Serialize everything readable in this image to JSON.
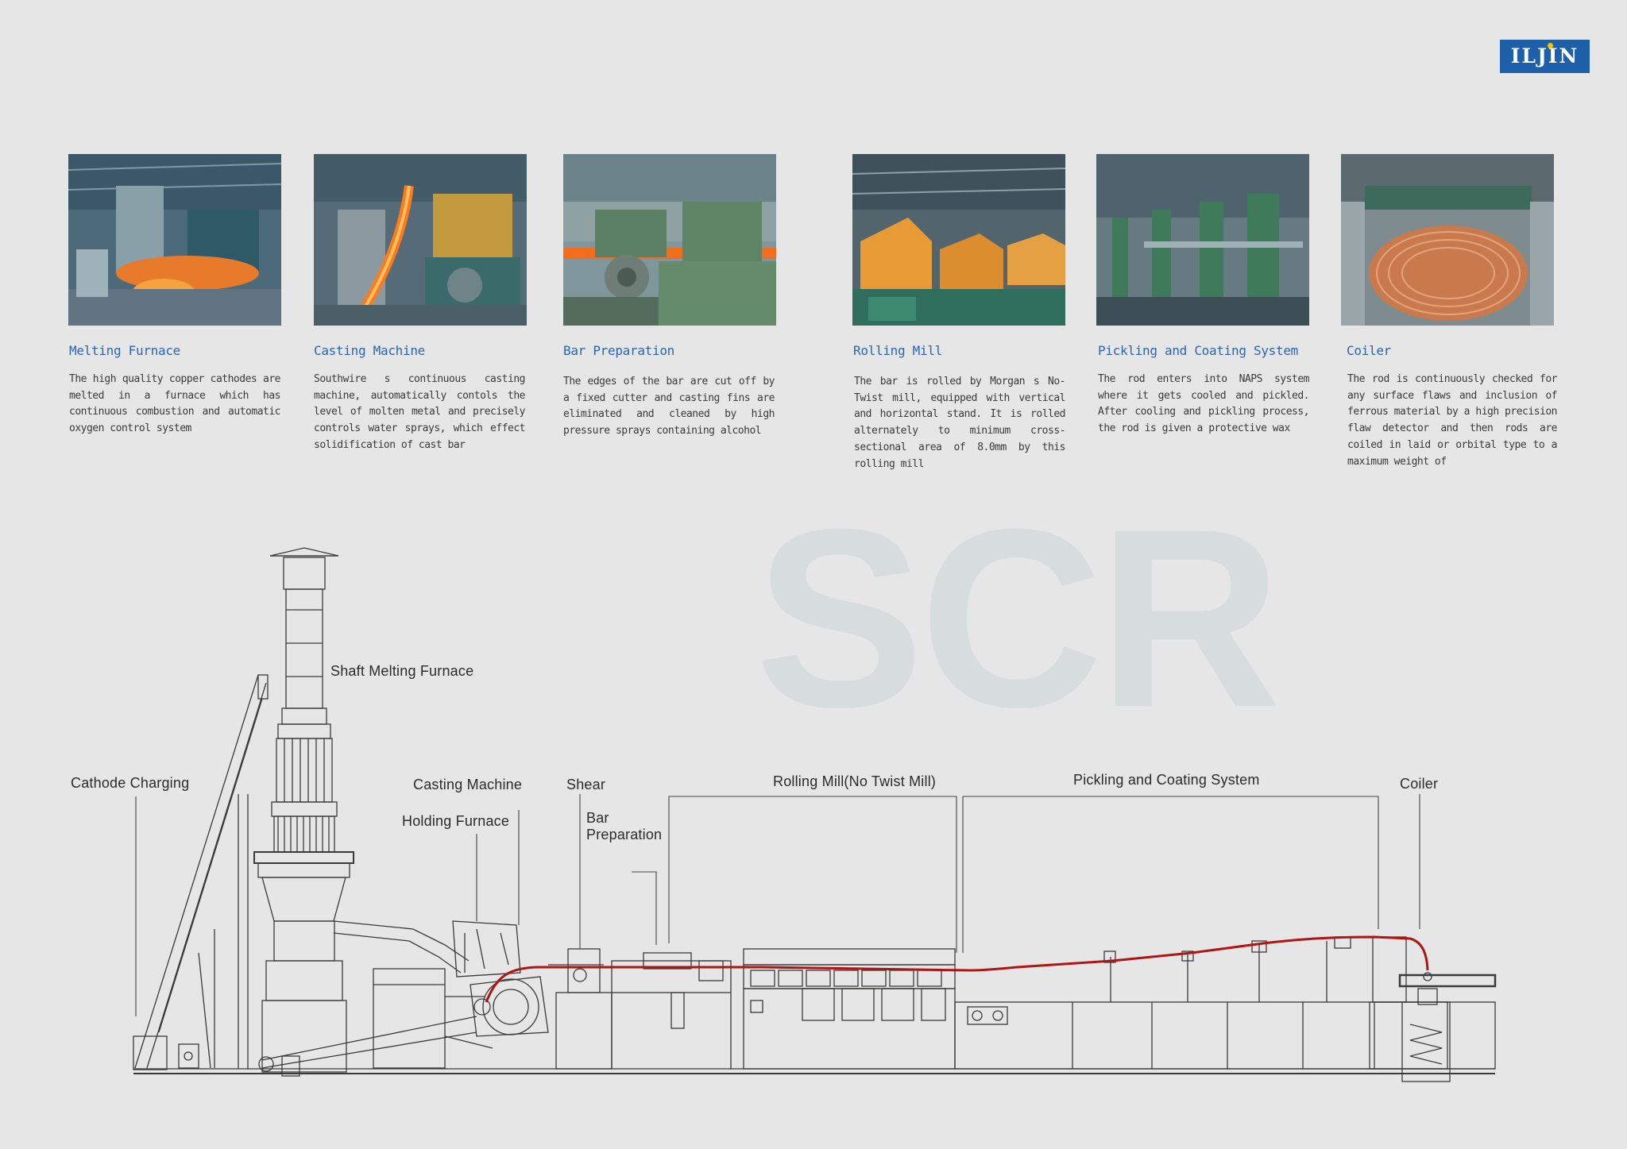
{
  "brand": {
    "logo_text": "ILJIN",
    "logo_color": "#1e5fa9",
    "logo_dot_color": "#f5c400"
  },
  "watermark": "SCR",
  "steps": [
    {
      "title": "Melting Furnace",
      "desc": "The high quality copper cathodes are melted in a furnace which has continuous combustion and automatic oxygen control system"
    },
    {
      "title": "Casting Machine",
      "desc": "Southwire s continuous casting machine, automatically contols the level of molten metal and precisely controls water sprays, which effect solidification of cast bar"
    },
    {
      "title": "Bar Preparation",
      "desc": "The edges of the bar are cut off by a fixed cutter and casting fins are eliminated and cleaned by high pressure sprays containing alcohol"
    },
    {
      "title": "Rolling Mill",
      "desc": "The bar is rolled by Morgan s No-Twist mill, equipped with vertical and horizontal stand. It is rolled alternately to minimum cross-sectional area of 8.0mm by this rolling mill"
    },
    {
      "title": "Pickling and Coating System",
      "desc": "The rod enters into NAPS system where it gets cooled and pickled. After cooling and pickling process, the rod is given a protective wax"
    },
    {
      "title": "Coiler",
      "desc": "The rod is continuously checked for any surface flaws and inclusion of ferrous material by a high precision flaw detector and then rods are coiled in laid or orbital type to a maximum weight of"
    }
  ],
  "diagram_labels": {
    "shaft_melting_furnace": "Shaft Melting Furnace",
    "cathode_charging": "Cathode Charging",
    "casting_machine": "Casting Machine",
    "holding_furnace": "Holding Furnace",
    "shear": "Shear",
    "bar_preparation_1": "Bar",
    "bar_preparation_2": "Preparation",
    "rolling_mill": "Rolling Mill(No Twist Mill)",
    "pickling_coating": "Pickling and Coating System",
    "coiler": "Coiler"
  },
  "colors": {
    "rod": "#b01515",
    "title": "#2a66b3",
    "line": "#3a3a3a"
  }
}
